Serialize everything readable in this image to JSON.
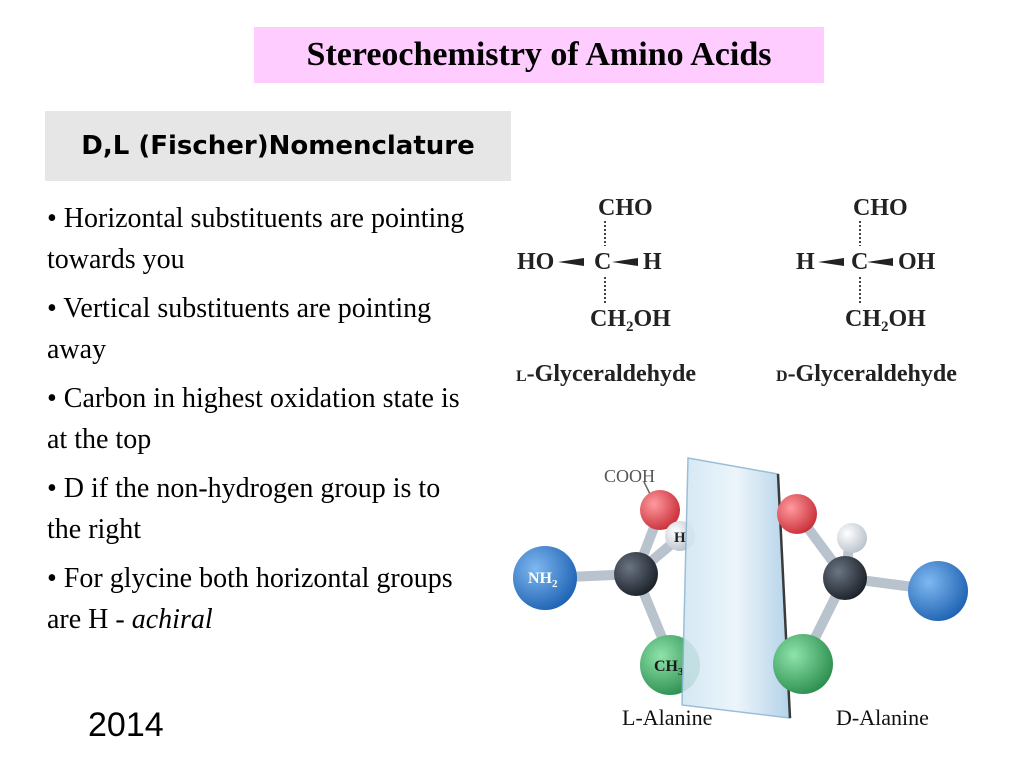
{
  "slide": {
    "title": "Stereochemistry of Amino Acids",
    "subtitle": "D,L (Fischer)Nomenclature",
    "bullets": [
      {
        "text": "• Horizontal substituents are pointing towards you"
      },
      {
        "text": "• Vertical substituents are pointing away"
      },
      {
        "text": "• Carbon in highest oxidation state is at the top"
      },
      {
        "text": "• D if the non-hydrogen group is to the right"
      },
      {
        "pre": "• For glycine both horizontal groups are H - ",
        "em": "achiral"
      }
    ],
    "year": "2014"
  },
  "fischer_left": {
    "top": "CHO",
    "left": "HO",
    "center": "C",
    "right": "H",
    "bottom_a": "CH",
    "bottom_sub": "2",
    "bottom_b": "OH",
    "label_prefix": "L",
    "label": "-Glyceraldehyde"
  },
  "fischer_right": {
    "top": "CHO",
    "left": "H",
    "center": "C",
    "right": "OH",
    "bottom_a": "CH",
    "bottom_sub": "2",
    "bottom_b": "OH",
    "label_prefix": "D",
    "label": "-Glyceraldehyde"
  },
  "alanine": {
    "cooh_label": "COOH",
    "h_label": "H",
    "nh2_a": "NH",
    "nh2_sub": "2",
    "ch3_a": "CH",
    "ch3_sub": "3",
    "left_label": "L-Alanine",
    "right_label": "D-Alanine"
  },
  "colors": {
    "title_bg": "#ffccff",
    "subtitle_bg": "#e6e6e6",
    "oxygen": "#d9424a",
    "nitrogen": "#2f78c8",
    "carbon": "#2b313a",
    "hydrogen": "#e8ecf0",
    "methyl": "#3daa63",
    "mirror": "#bcd8ec"
  }
}
